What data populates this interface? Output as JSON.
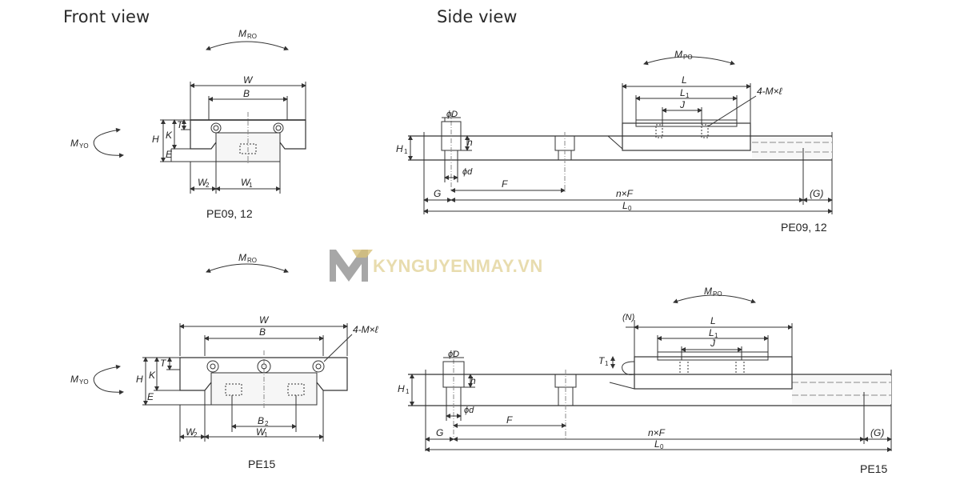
{
  "headings": {
    "front": "Front view",
    "side": "Side view"
  },
  "captions": {
    "front_top": "PE09, 12",
    "side_top": "PE09, 12",
    "front_bottom": "PE15",
    "side_bottom": "PE15"
  },
  "watermark": {
    "text": "KYNGUYENMAY.VN",
    "color": "#e8dcae",
    "logo_color": "#8a8a8a",
    "logo_accent": "#d8c27a"
  },
  "labels": {
    "W": "W",
    "B": "B",
    "H": "H",
    "K": "K",
    "T": "T",
    "T1": "T",
    "E": "E",
    "W1": "W",
    "W2": "W",
    "B2": "B",
    "M_RO": "M",
    "M_YO": "M",
    "M_PO": "M",
    "RO": "RO",
    "YO": "YO",
    "PO": "PO",
    "sub1": "1",
    "sub2": "2",
    "sub0": "0",
    "L": "L",
    "L1": "L",
    "J": "J",
    "N": "(N)",
    "screw": "4-M×ℓ",
    "phiD": "ϕD",
    "phid": "ϕd",
    "h": "h",
    "H1": "H",
    "F": "F",
    "G": "G",
    "nF": "n×F",
    "L0": "L",
    "Gp": "(G)"
  },
  "colors": {
    "line": "#333333",
    "thin": "#555555",
    "rail_fill": "#f4f4f4"
  }
}
